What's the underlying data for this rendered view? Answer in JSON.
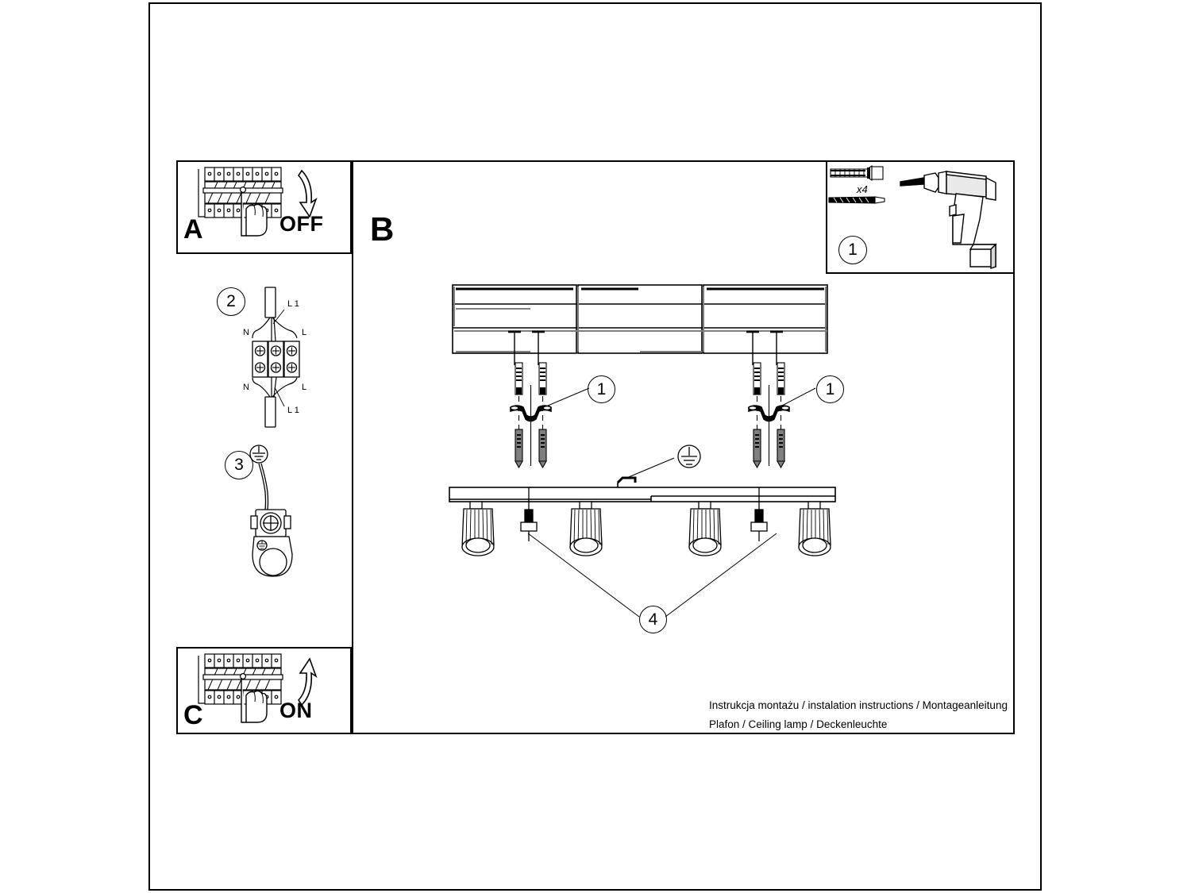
{
  "document": {
    "type": "installation-instruction-sheet",
    "caption_line1": "Instrukcja montażu / instalation instructions / Montageanleitung",
    "caption_line2": "Plafon / Ceiling lamp / Deckenleuchte"
  },
  "panels": {
    "a": {
      "letter": "A",
      "action_word": "OFF",
      "description": "circuit breaker panel switched off by hand"
    },
    "b": {
      "letter": "B",
      "description": "main assembly view of four-spot ceiling bar lamp"
    },
    "c": {
      "letter": "C",
      "action_word": "ON",
      "description": "circuit breaker panel switched on by hand"
    },
    "tools": {
      "quantity_label": "x4",
      "step_number": "1",
      "description": "wall plugs, screws and power drill"
    }
  },
  "steps": {
    "step2": {
      "number": "2",
      "terminal_labels": {
        "top_left": "N",
        "top_right": "L",
        "bottom_left": "N",
        "bottom_right": "L",
        "lead_top": "L 1",
        "lead_bottom": "L 1"
      }
    },
    "step3": {
      "number": "3",
      "symbol": "earth-ground"
    }
  },
  "callouts": {
    "mount_left": "1",
    "mount_right": "1",
    "spot_screws": "4"
  },
  "colors": {
    "line": "#000000",
    "shade": "#7f7f7f",
    "background": "#ffffff"
  }
}
